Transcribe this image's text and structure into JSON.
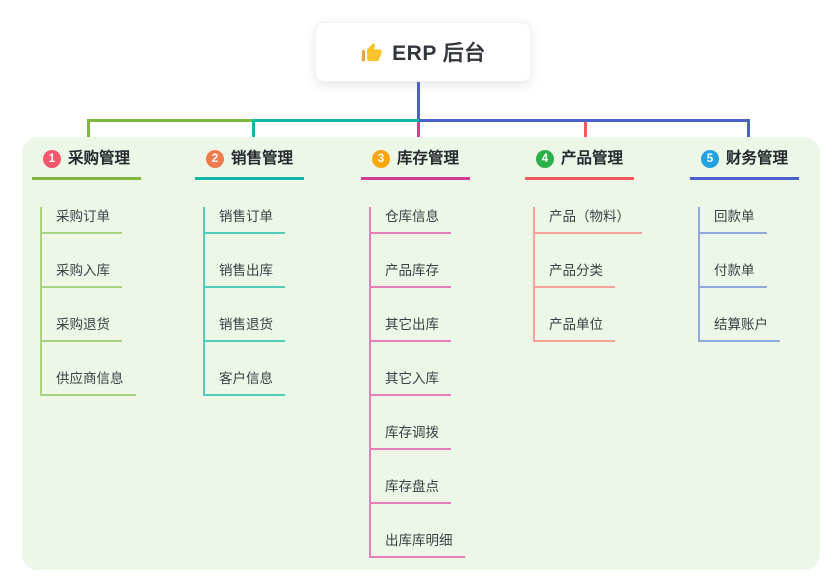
{
  "root": {
    "title": "ERP 后台",
    "icon": "thumbs-up-icon"
  },
  "branches": [
    {
      "index": "1",
      "title": "采购管理",
      "badge_color": "#f4566d",
      "line_color": "#7eb843",
      "light_line_color": "#a9d285",
      "children": [
        "采购订单",
        "采购入库",
        "采购退货",
        "供应商信息"
      ]
    },
    {
      "index": "2",
      "title": "销售管理",
      "badge_color": "#ef7b4e",
      "line_color": "#14b7a7",
      "light_line_color": "#55cabe",
      "children": [
        "销售订单",
        "销售出库",
        "销售退货",
        "客户信息"
      ]
    },
    {
      "index": "3",
      "title": "库存管理",
      "badge_color": "#fba60d",
      "line_color": "#d23d95",
      "light_line_color": "#e87dbd",
      "children": [
        "仓库信息",
        "产品库存",
        "其它出库",
        "其它入库",
        "库存调拨",
        "库存盘点",
        "出库库明细"
      ]
    },
    {
      "index": "4",
      "title": "产品管理",
      "badge_color": "#2cb14a",
      "line_color": "#f4595e",
      "light_line_color": "#f8a29e",
      "children": [
        "产品（物料）",
        "产品分类",
        "产品单位"
      ]
    },
    {
      "index": "5",
      "title": "财务管理",
      "badge_color": "#22a3e0",
      "line_color": "#4a61cd",
      "light_line_color": "#93a9dd",
      "children": [
        "回款单",
        "付款单",
        "结算账户"
      ]
    }
  ],
  "colors": {
    "canvas_bg": "#ffffff",
    "panel_bg": "#ecf7e8",
    "root_connector": "#4a61cd"
  }
}
